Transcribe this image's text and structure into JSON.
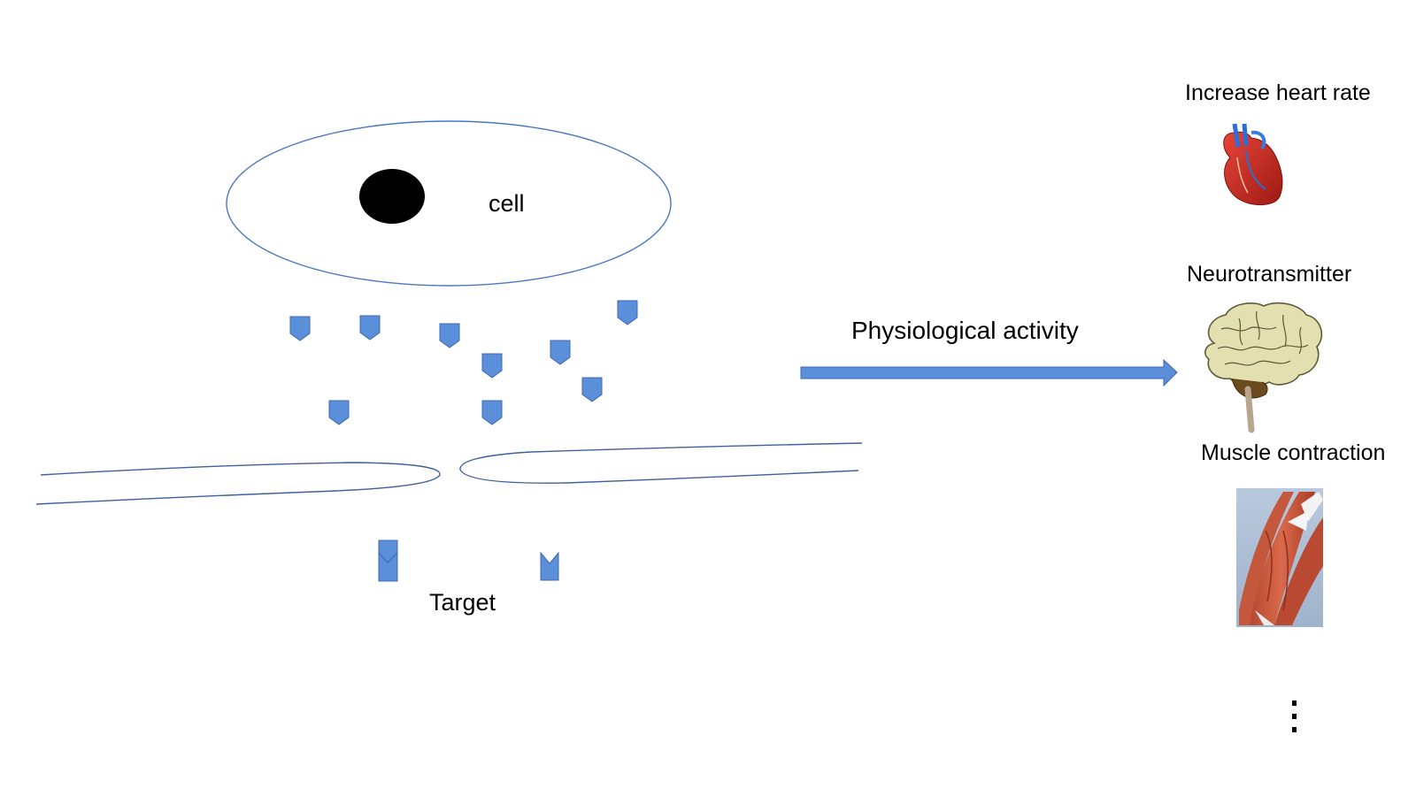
{
  "labels": {
    "cell": "cell",
    "target": "Target",
    "physiological_activity": "Physiological activity",
    "increase_heart_rate": "Increase heart rate",
    "neurotransmitter": "Neurotransmitter",
    "muscle_contraction": "Muscle contraction"
  },
  "colors": {
    "outline": "#4a77c4",
    "signal_fill": "#5b8fd9",
    "signal_stroke": "#3f68b0",
    "nucleus": "#000000",
    "arrow": "#5b8fd9"
  },
  "icons": [
    "heart-icon",
    "brain-icon",
    "muscle-icon"
  ]
}
